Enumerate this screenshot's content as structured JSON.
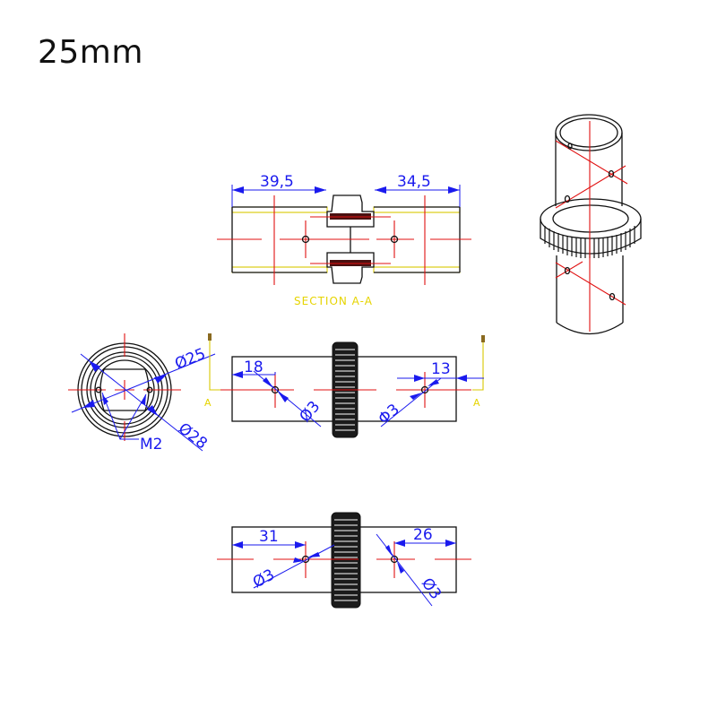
{
  "title": "25mm",
  "section_view": {
    "label": "SECTION  A-A",
    "dim_left": "39,5",
    "dim_right": "34,5"
  },
  "end_view": {
    "dim_inner": "Ø25",
    "dim_outer": "Ø28",
    "thread": "M2",
    "cut_marker_left": "A"
  },
  "front_view": {
    "dim_left": "18",
    "dim_right": "13",
    "hole_left": "Ø3",
    "hole_right": "Φ3",
    "cut_marker_right": "A"
  },
  "bottom_view": {
    "dim_left": "31",
    "dim_right": "26",
    "hole_left": "Ø3",
    "hole_right": "Ø3"
  },
  "colors": {
    "outline": "#111111",
    "centerline": "#e01010",
    "dimension": "#1a1aee",
    "section": "#e6d400"
  }
}
